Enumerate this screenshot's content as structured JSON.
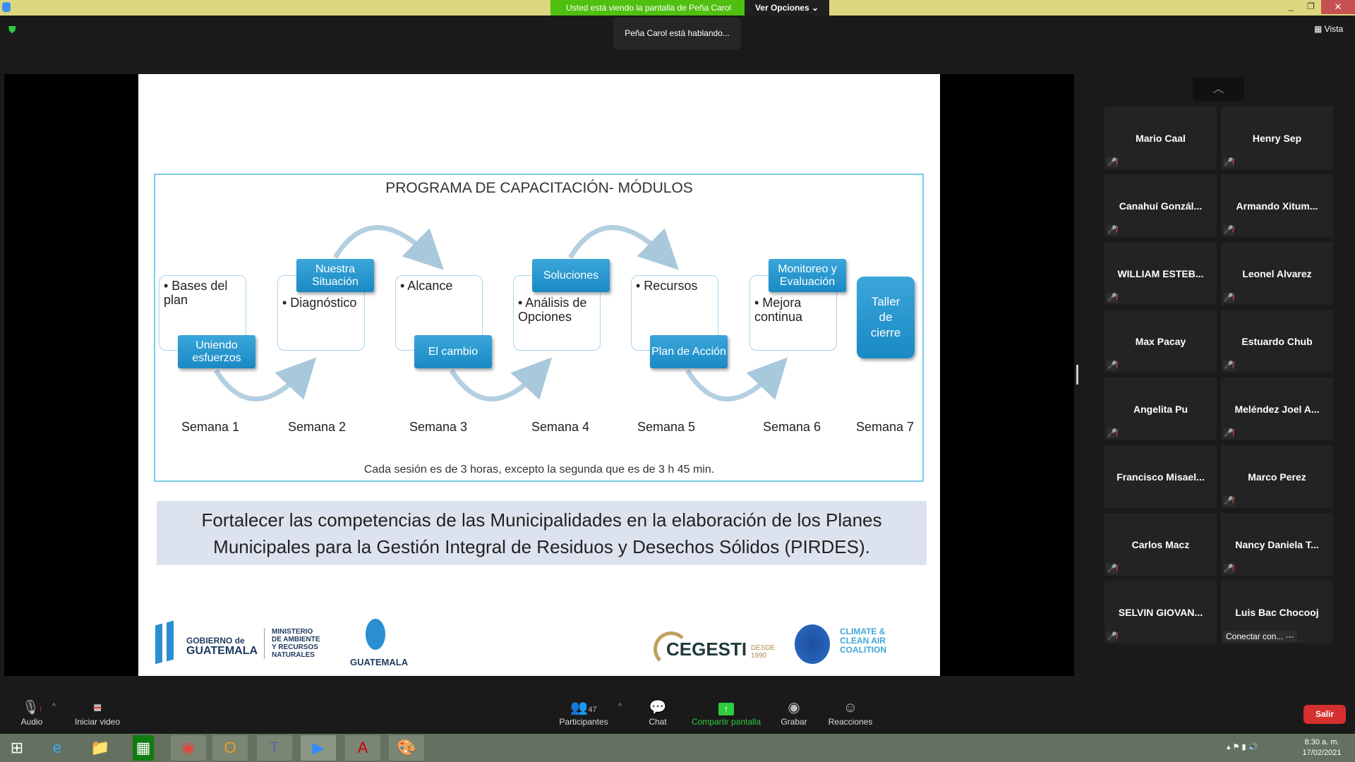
{
  "topbar": {
    "banner": "Usted está viendo la pantalla de Peña Carol",
    "options": "Ver Opciones ⌄",
    "speaking": "Peña Carol está hablando...",
    "view": "Vista"
  },
  "slide": {
    "title": "PROGRAMA DE CAPACITACIÓN- MÓDULOS",
    "boxes": [
      "• Bases del plan",
      "• Diagnóstico",
      "• Alcance",
      "• Análisis de Opciones",
      "• Recursos",
      "• Mejora continua"
    ],
    "labels": [
      "Uniendo esfuerzos",
      "Nuestra Situación",
      "El cambio",
      "Soluciones",
      "Plan de Acción",
      "Monitoreo y Evaluación"
    ],
    "final": "Taller de cierre",
    "weeks": [
      "Semana 1",
      "Semana 2",
      "Semana 3",
      "Semana 4",
      "Semana 5",
      "Semana 6",
      "Semana 7"
    ],
    "note": "Cada sesión es de 3 horas, excepto la segunda que es de 3 h 45 min.",
    "objective": "Fortalecer las competencias de las Municipalidades en la elaboración de los Planes Municipales para la Gestión Integral de Residuos y Desechos Sólidos (PIRDES).",
    "logos": {
      "gob1": "GOBIERNO de",
      "gob2": "GUATEMALA",
      "marn": "MINISTERIO DE AMBIENTE Y RECURSOS NATURALES",
      "bicent": "GUATEMALA",
      "cegesti": "CEGESTI",
      "desde": "DESDE 1990",
      "ccac": "CLIMATE & CLEAN AIR COALITION"
    }
  },
  "participants": [
    "Mario Caal",
    "Henry Sep",
    "Canahuí  Gonzál...",
    "Armando  Xitum...",
    "WILLIAM  ESTEB...",
    "Leonel Alvarez",
    "Max Pacay",
    "Estuardo Chub",
    "Angelita Pu",
    "Meléndez  Joel  A...",
    "Francisco  Misael...",
    "Marco Perez",
    "Carlos Macz",
    "Nancy  Daniela  T...",
    "SELVIN  GIOVAN...",
    "Luis Bac Chocooj"
  ],
  "connecting": "Conectar con... ·-·",
  "toolbar": {
    "audio": "Audio",
    "video": "Iniciar video",
    "participants": "Participantes",
    "count": "47",
    "chat": "Chat",
    "share": "Compartir pantalla",
    "record": "Grabar",
    "reactions": "Reacciones",
    "leave": "Salir"
  },
  "clock": {
    "time": "8:30 a. m.",
    "date": "17/02/2021"
  }
}
